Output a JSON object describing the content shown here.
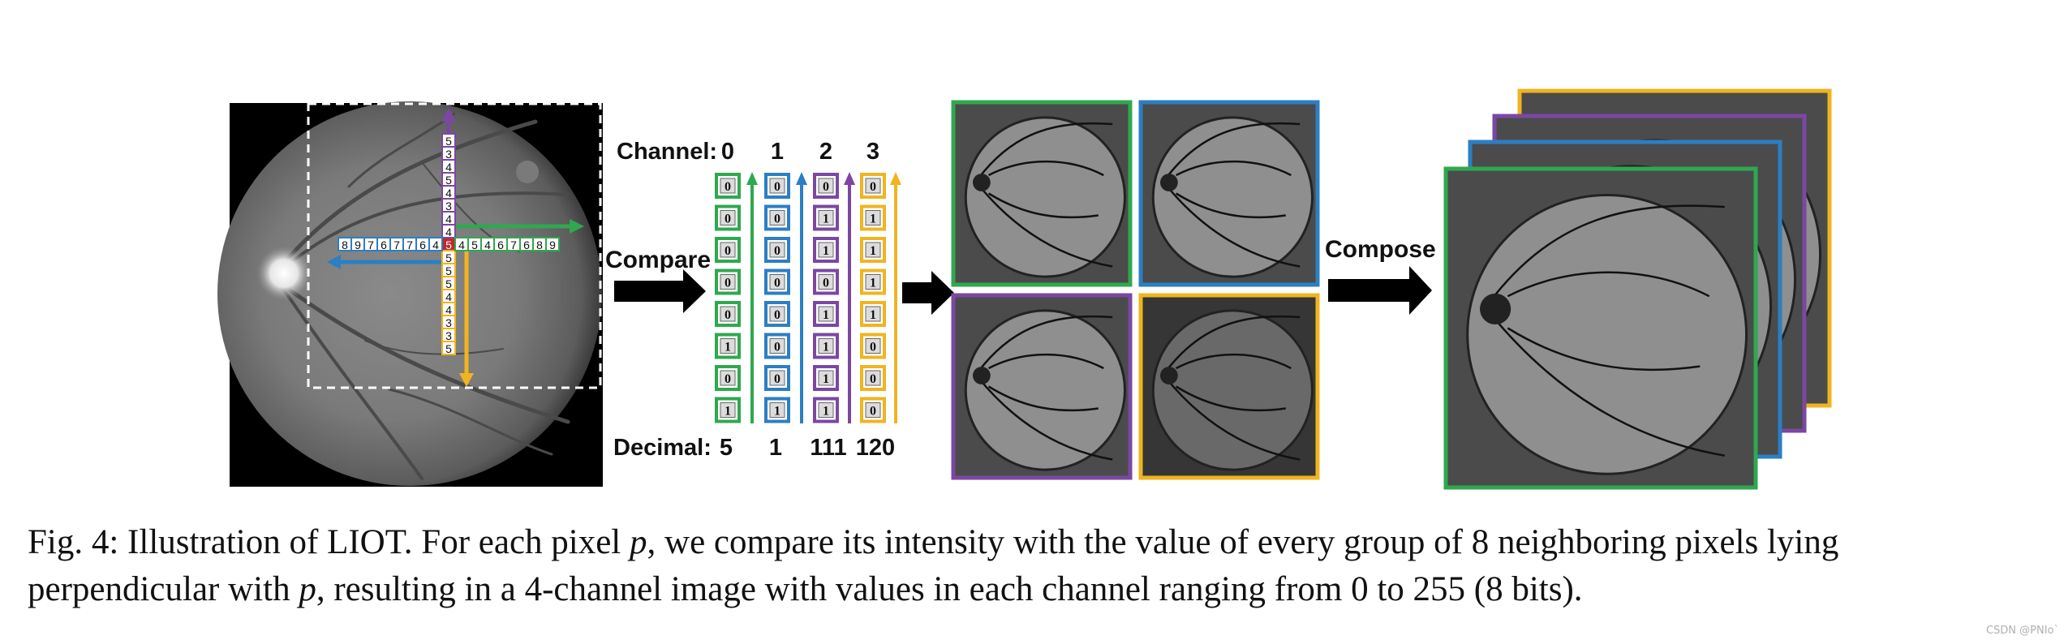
{
  "figure": {
    "fundus": {
      "center_value": "5",
      "up_values": [
        "5",
        "3",
        "4",
        "5",
        "4",
        "3",
        "4",
        "4"
      ],
      "down_values": [
        "5",
        "5",
        "5",
        "4",
        "4",
        "3",
        "3",
        "5"
      ],
      "left_values": [
        "8",
        "9",
        "7",
        "6",
        "7",
        "7",
        "6",
        "4"
      ],
      "right_values": [
        "4",
        "5",
        "4",
        "6",
        "7",
        "6",
        "8",
        "9"
      ]
    },
    "channel_label": "Channel:",
    "decimal_label": "Decimal:",
    "channels": [
      {
        "index": "0",
        "color": "#2fa84f",
        "bits": [
          "0",
          "0",
          "0",
          "0",
          "0",
          "1",
          "0",
          "1"
        ],
        "decimal": "5"
      },
      {
        "index": "1",
        "color": "#2b7fc4",
        "bits": [
          "0",
          "0",
          "0",
          "0",
          "0",
          "0",
          "0",
          "1"
        ],
        "decimal": "1"
      },
      {
        "index": "2",
        "color": "#7b47a3",
        "bits": [
          "0",
          "1",
          "1",
          "0",
          "1",
          "1",
          "1",
          "1"
        ],
        "decimal": "111"
      },
      {
        "index": "3",
        "color": "#f0b420",
        "bits": [
          "0",
          "1",
          "1",
          "1",
          "1",
          "0",
          "0",
          "0"
        ],
        "decimal": "120"
      }
    ],
    "compare_label": "Compare",
    "compose_label": "Compose"
  },
  "caption": {
    "prefix": "Fig. 4: Illustration of LIOT. For each pixel ",
    "var1": "p",
    "middle": ", we compare its intensity with the value of every group of 8 neighboring pixels lying perpendicular with ",
    "var2": "p",
    "suffix": ", resulting in a 4-channel image with values in each channel ranging from 0 to 255 (8 bits)."
  },
  "watermark": "CSDN @PNIo`"
}
